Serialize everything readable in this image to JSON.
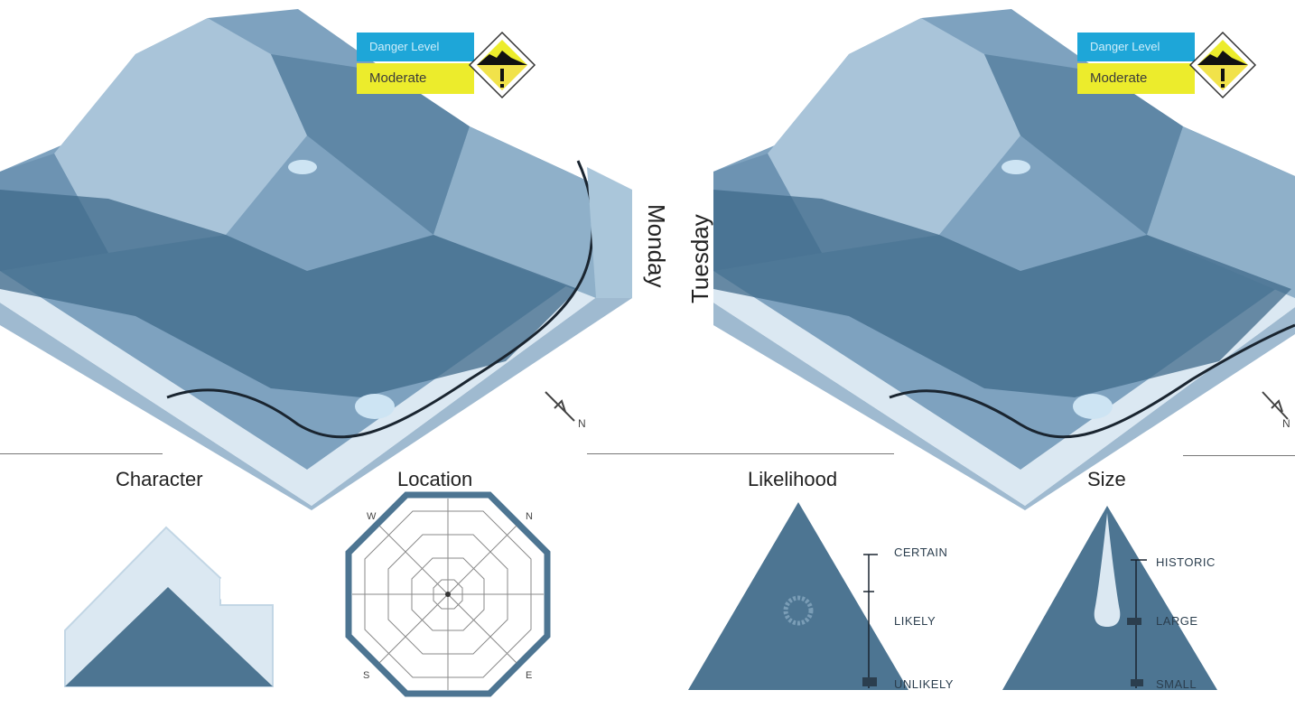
{
  "forecasts": [
    {
      "day": "Monday",
      "danger_label": "Danger Level",
      "danger_value": "Moderate",
      "north_label": "N"
    },
    {
      "day": "Tuesday",
      "danger_label": "Danger Level",
      "danger_value": "Moderate",
      "north_label": "N"
    }
  ],
  "legend": {
    "character": {
      "title": "Character"
    },
    "location": {
      "title": "Location",
      "compass": [
        "N",
        "E",
        "S",
        "W"
      ]
    },
    "likelihood": {
      "title": "Likelihood",
      "levels": [
        "CERTAIN",
        "LIKELY",
        "UNLIKELY"
      ]
    },
    "size": {
      "title": "Size",
      "levels": [
        "HISTORIC",
        "LARGE",
        "SMALL"
      ]
    }
  },
  "colors": {
    "slate": "#4d7592",
    "snow": "#dbe8f2",
    "ice": "#b9d2e4",
    "danger_blue": "#1ea6d8",
    "danger_yellow": "#ecec2c"
  },
  "icons": [
    "danger-diamond-icon",
    "north-arrow-icon",
    "compass-rose-icon"
  ]
}
